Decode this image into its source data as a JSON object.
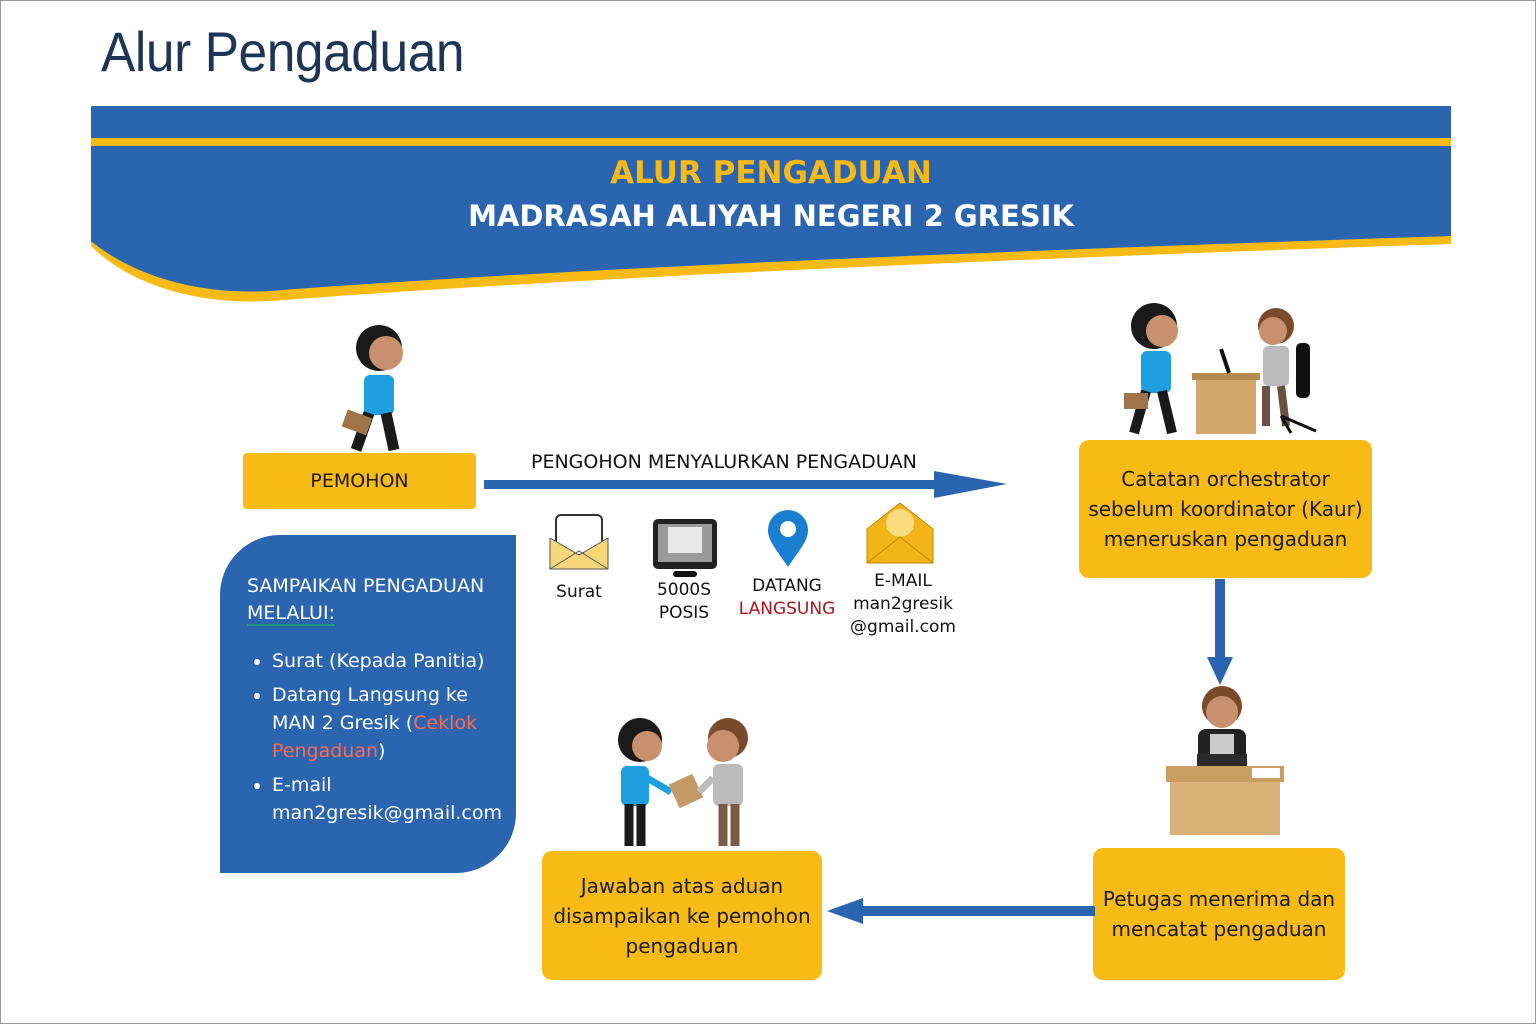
{
  "title": "Alur Pengaduan",
  "banner": {
    "line1": "ALUR PENGADUAN",
    "line2": "MADRASAH ALIYAH NEGERI 2 GRESIK"
  },
  "pemohon": "PEMOHON",
  "flow_label": "PENGOHON MENYALURKAN PENGADUAN",
  "channels": [
    {
      "icon": "envelope-icon",
      "line1": "Surat"
    },
    {
      "icon": "printer-icon",
      "line1": "5000S",
      "line2": "POSIS"
    },
    {
      "icon": "location-pin-icon",
      "line1": "DATANG",
      "line2": "LANGSUNG"
    },
    {
      "icon": "email-icon",
      "line1": "E-MAIL",
      "line2": "man2gresik",
      "line3": "@gmail.com"
    }
  ],
  "info": {
    "heading1": "SAMPAIKAN PENGADUAN",
    "heading2": "MELALUI:",
    "item1": "Surat (Kepada Panitia)",
    "item2a": "Datang Langsung ke MAN 2 Gresik (",
    "item2b": "Ceklok Pengaduan",
    "item2c": ")",
    "item3a": "E-mail",
    "item3b": "man2gresik@gmail.com"
  },
  "steps": {
    "catatan": "Catatan orchestrator sebelum koordinator (Kaur) meneruskan pengaduan",
    "petugas": "Petugas menerima dan mencatat pengaduan",
    "jawaban": "Jawaban atas aduan disampaikan ke pemohon pengaduan"
  },
  "colors": {
    "blue": "#2b65b0",
    "yellow": "#f8bb16",
    "title": "#1d3557"
  }
}
